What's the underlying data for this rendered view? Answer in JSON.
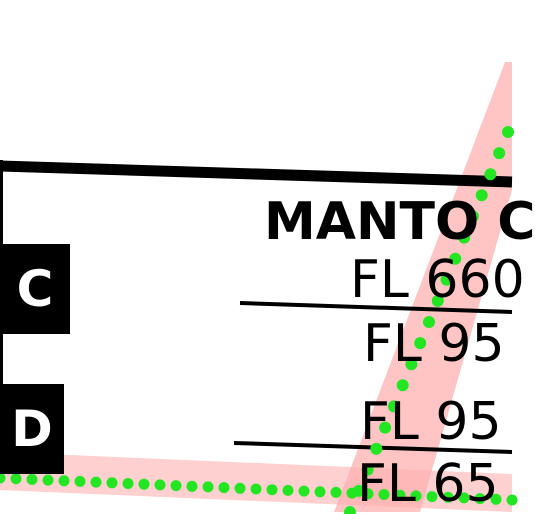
{
  "airspace": {
    "name": "MANTO C",
    "sectors": [
      {
        "id": "C",
        "upper_limit": "FL 660",
        "lower_limit": "FL 95"
      },
      {
        "id": "D",
        "upper_limit": "FL 95",
        "lower_limit": "FL 65"
      }
    ]
  },
  "colors": {
    "boundary_fill": "#ffb0b0",
    "route_dots": "#22e622",
    "box_border": "#000000",
    "badge_bg": "#000000",
    "badge_text": "#ffffff"
  }
}
